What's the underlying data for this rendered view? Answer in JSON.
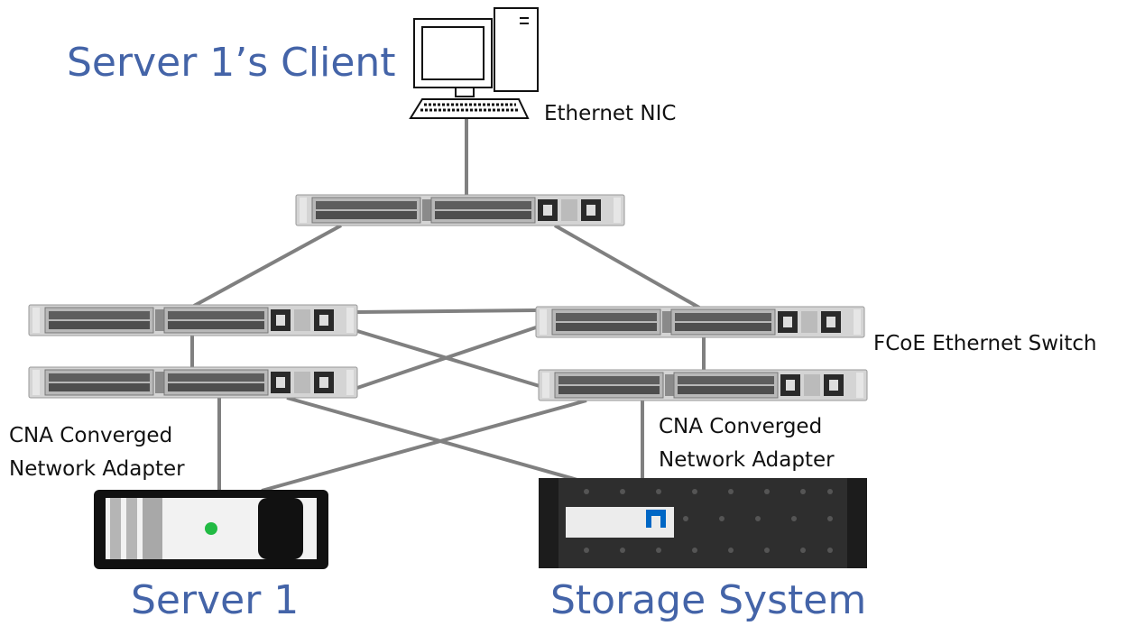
{
  "labels": {
    "client_title": "Server 1’s Client",
    "ethernet_nic": "Ethernet NIC",
    "fcoe_switch": "FCoE Ethernet Switch",
    "cna_left_line1": "CNA Converged",
    "cna_left_line2": "Network Adapter",
    "cna_right_line1": "CNA Converged",
    "cna_right_line2": "Network Adapter",
    "server_title": "Server 1",
    "storage_title": "Storage System",
    "storage_logo": "NetApp"
  },
  "colors": {
    "title": "#4464a8",
    "link": "#808080",
    "storage_logo": "#0067c5",
    "server_led": "#22bb44"
  }
}
